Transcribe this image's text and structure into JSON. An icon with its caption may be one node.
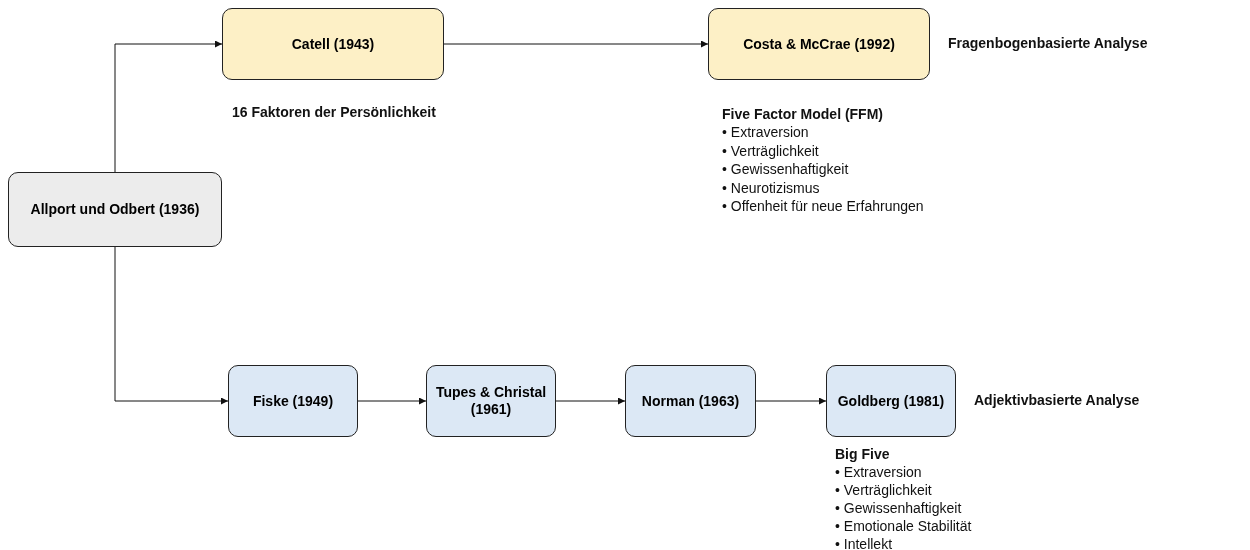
{
  "diagram": {
    "nodes": [
      {
        "text": [
          "Allport und Odbert (1936)"
        ]
      },
      {
        "text": [
          "Catell (1943)"
        ]
      },
      {
        "text": [
          "Costa & McCrae (1992)"
        ],
        "beside": [
          "Fragenbogenbasierte Analyse"
        ]
      },
      {
        "text": [
          "Fiske (1949)"
        ]
      },
      {
        "text": [
          "Tupes & Christal (1961)"
        ]
      },
      {
        "text": [
          "Norman (1963)"
        ]
      },
      {
        "text": [
          "Goldberg (1981)"
        ],
        "beside": [
          "Adjektivbasierte Analyse"
        ]
      }
    ],
    "edges": [
      {
        "from": 0,
        "to": 1,
        "arrow": "to"
      },
      {
        "from": 0,
        "to": 3,
        "arrow": "to"
      },
      {
        "from": 1,
        "to": 2,
        "arrow": "to"
      },
      {
        "from": 3,
        "to": 4,
        "arrow": "to"
      },
      {
        "from": 4,
        "to": 5,
        "arrow": "to"
      },
      {
        "from": 5,
        "to": 6,
        "arrow": "to"
      }
    ],
    "labels": [
      "16 Faktoren der Persönlichkeit",
      "Five Factor Model (FFM)",
      "• Extraversion",
      "• Verträglichkeit",
      "• Gewissenhaftigkeit",
      "• Neurotizismus",
      "• Offenheit für neue Erfahrungen",
      "Big Five",
      "• Extraversion",
      "• Verträglichkeit",
      "• Gewissenhaftigkeit",
      "• Emotionale Stabilität",
      "• Intellekt"
    ]
  }
}
